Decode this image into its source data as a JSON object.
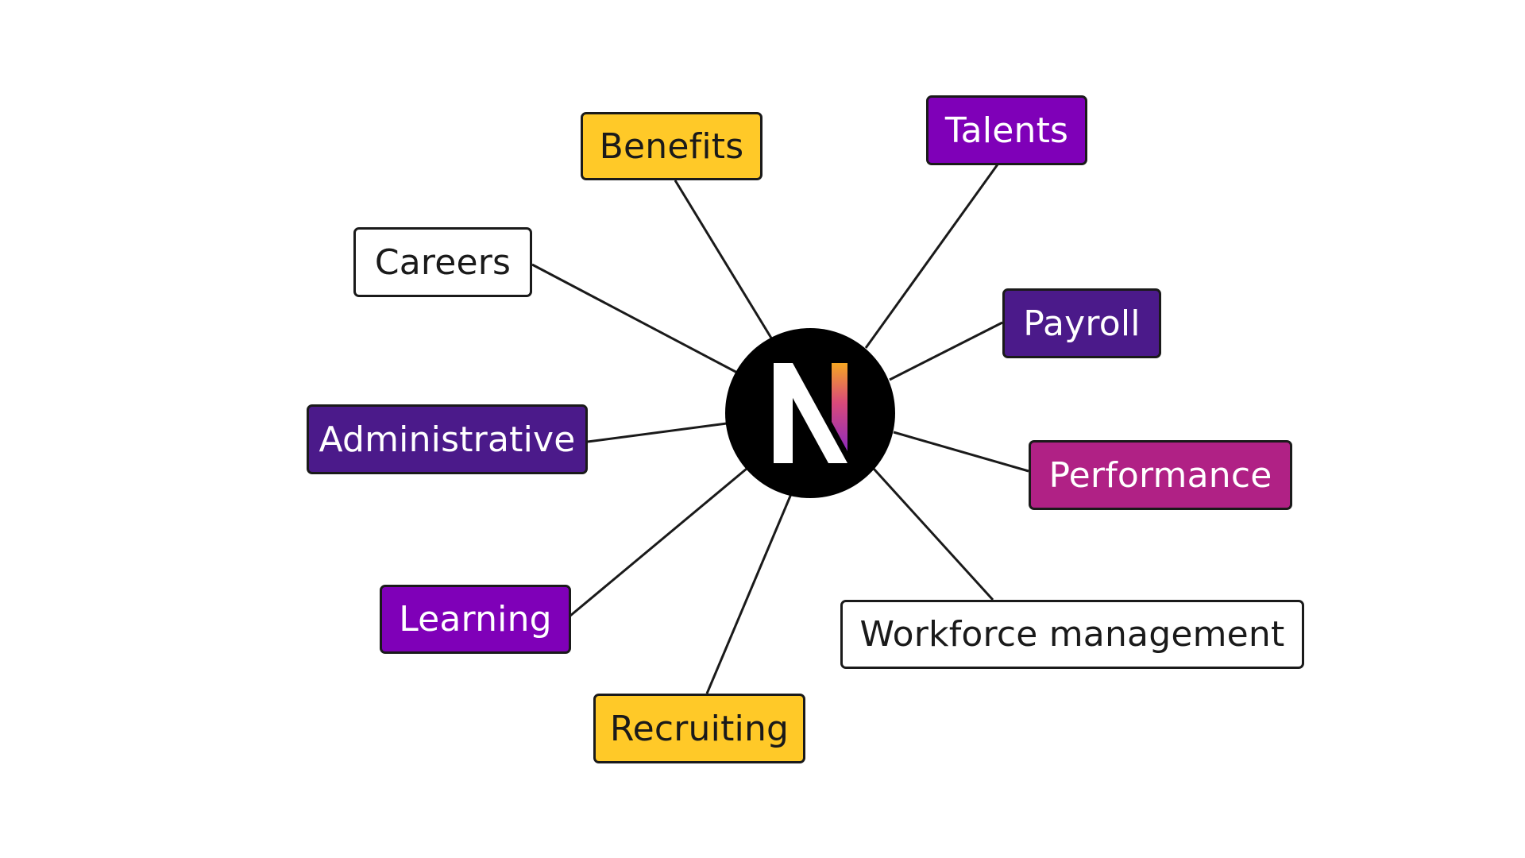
{
  "hub": {
    "icon": "n-logo-icon",
    "color": "#000000",
    "logo_colors": [
      "#ffffff",
      "#f5a623",
      "#d94a7a",
      "#8e2bbf"
    ]
  },
  "nodes": [
    {
      "id": "benefits",
      "label": "Benefits",
      "bg": "#ffc928",
      "fg": "#1a1a1a"
    },
    {
      "id": "talents",
      "label": "Talents",
      "bg": "#7f00b8",
      "fg": "#ffffff"
    },
    {
      "id": "careers",
      "label": "Careers",
      "bg": "#ffffff",
      "fg": "#1a1a1a"
    },
    {
      "id": "payroll",
      "label": "Payroll",
      "bg": "#4b1a8a",
      "fg": "#ffffff"
    },
    {
      "id": "administrative",
      "label": "Administrative",
      "bg": "#4b1a8a",
      "fg": "#ffffff"
    },
    {
      "id": "performance",
      "label": "Performance",
      "bg": "#b02185",
      "fg": "#ffffff"
    },
    {
      "id": "learning",
      "label": "Learning",
      "bg": "#7f00b8",
      "fg": "#ffffff"
    },
    {
      "id": "workforce-management",
      "label": "Workforce management",
      "bg": "#ffffff",
      "fg": "#1a1a1a"
    },
    {
      "id": "recruiting",
      "label": "Recruiting",
      "bg": "#ffc928",
      "fg": "#1a1a1a"
    }
  ]
}
